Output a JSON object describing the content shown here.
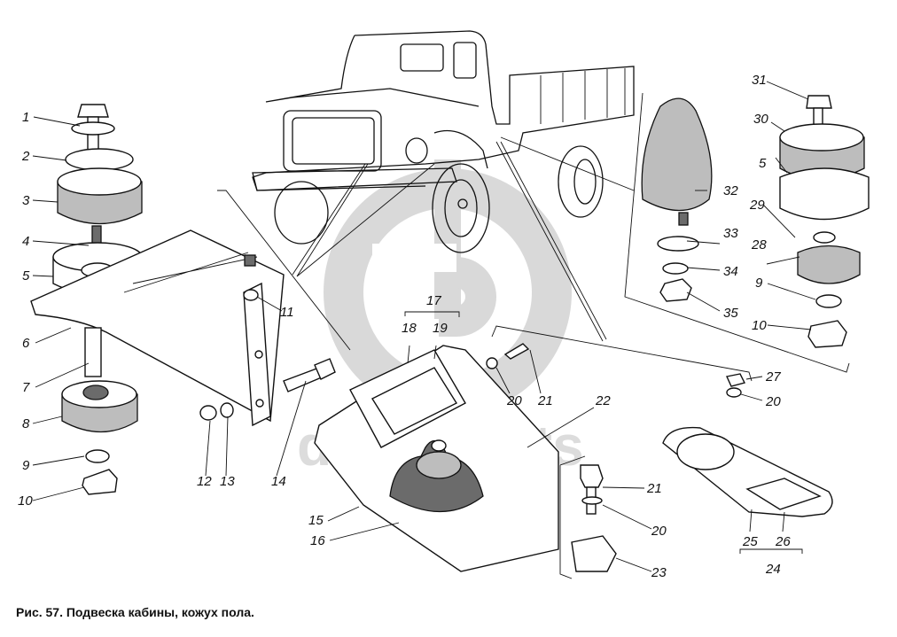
{
  "caption": "Рис. 57. Подвеска кабины, кожух пола.",
  "watermark": {
    "text": "detal parts",
    "icon": "gp-logo-icon"
  },
  "callouts": {
    "c1": "1",
    "c2": "2",
    "c3": "3",
    "c4": "4",
    "c5a": "5",
    "c6": "6",
    "c7": "7",
    "c8": "8",
    "c9a": "9",
    "c10a": "10",
    "c11": "11",
    "c12": "12",
    "c13": "13",
    "c14": "14",
    "c15": "15",
    "c16": "16",
    "c17": "17",
    "c18": "18",
    "c19": "19",
    "c20a": "20",
    "c21a": "21",
    "c22": "22",
    "c21b": "21",
    "c20b": "20",
    "c23": "23",
    "c24": "24",
    "c25": "25",
    "c26": "26",
    "c27": "27",
    "c20c": "20",
    "c28": "28",
    "c29": "29",
    "c5b": "5",
    "c30": "30",
    "c31": "31",
    "c32": "32",
    "c33": "33",
    "c34": "34",
    "c35": "35",
    "c9b": "9",
    "c10b": "10"
  }
}
